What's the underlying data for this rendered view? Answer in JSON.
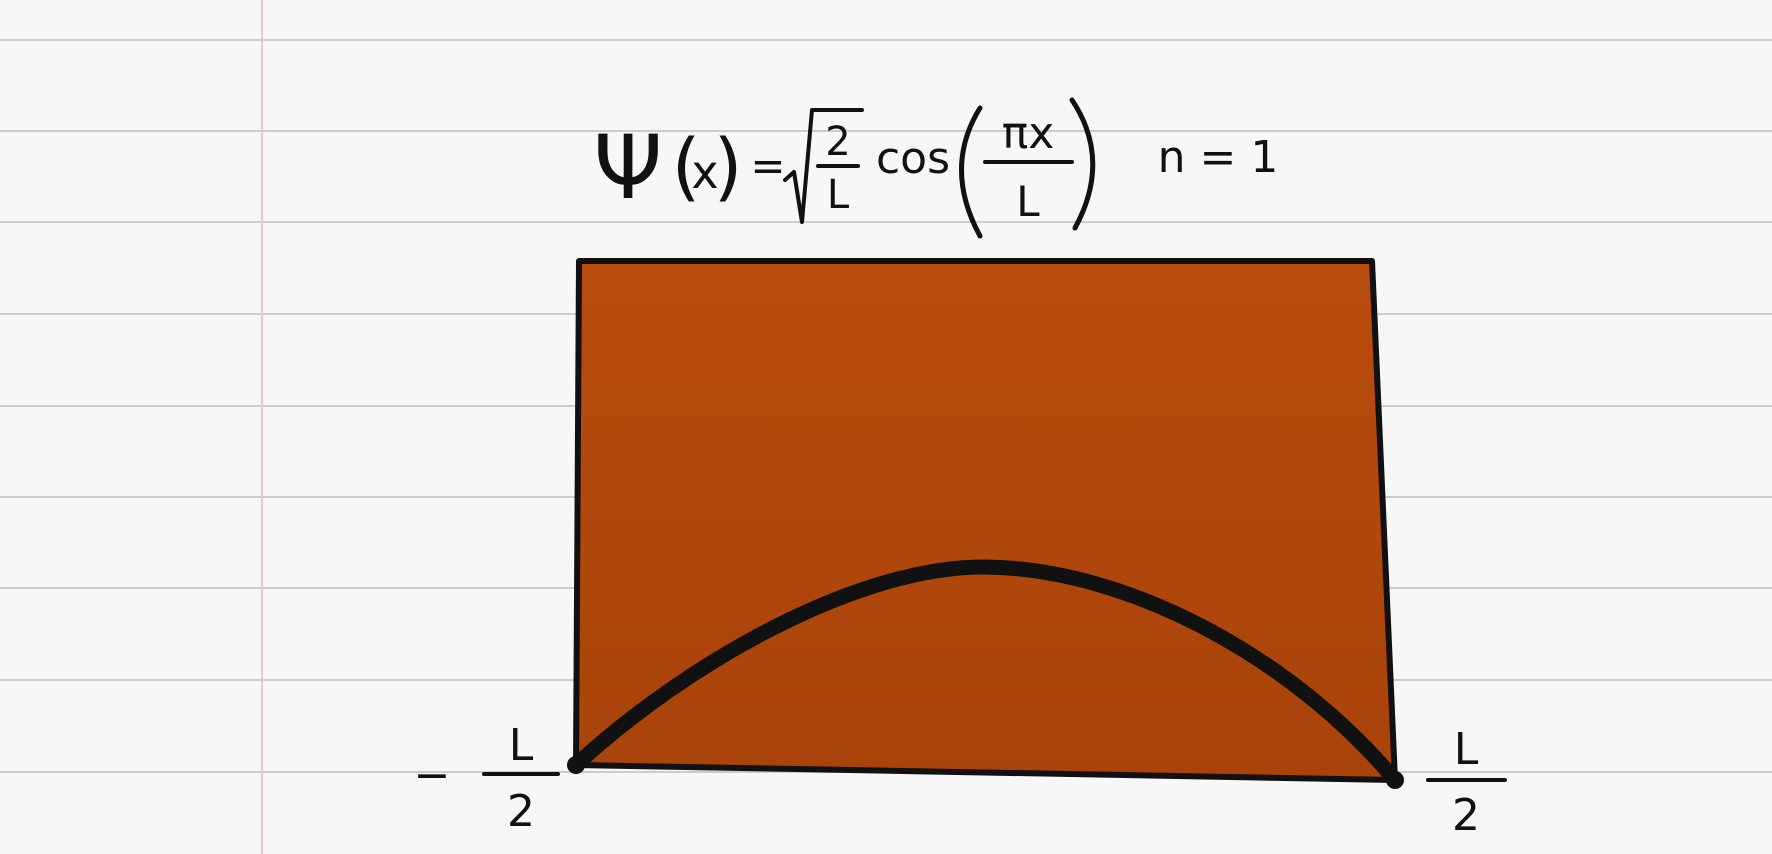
{
  "equation": {
    "psi": "Ψ",
    "open_paren": "(",
    "variable": "x",
    "close_paren": ")",
    "equals": "=",
    "sqrt_numerator": "2",
    "sqrt_denominator": "L",
    "cos_label": "cos",
    "arg_numerator": "πx",
    "arg_denominator": "L",
    "quantum_number": "n = 1"
  },
  "labels": {
    "left_minus": "−",
    "left_numerator": "L",
    "left_denominator": "2",
    "right_numerator": "L",
    "right_denominator": "2"
  },
  "colors": {
    "paper": "#f7f7f8",
    "ruled_line": "#c9ccd8",
    "margin_line": "#f0c7c7",
    "well_fill": "#b84c0d",
    "well_fill_bottom": "#a9430a",
    "ink": "#111111"
  }
}
